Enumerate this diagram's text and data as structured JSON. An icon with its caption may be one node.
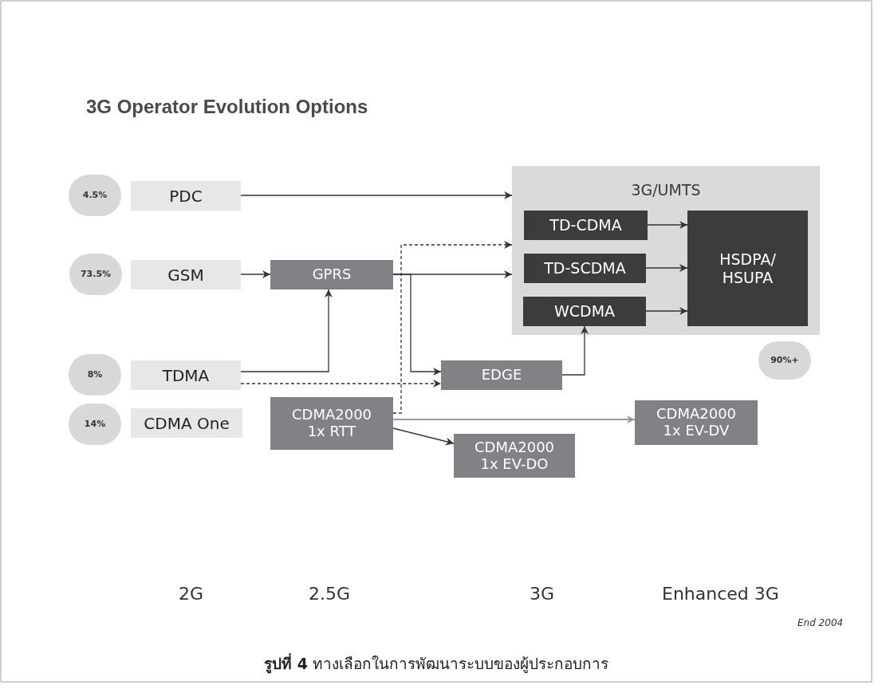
{
  "diagram": {
    "title": "3G Operator Evolution Options",
    "caption": "**รูปที่ 4** ทางเลือกในการพัฒนาระบบของผู้ประกอบการ",
    "nodes": [
      {
        "text": [
          "4.5%"
        ]
      },
      {
        "text": [
          "PDC"
        ]
      },
      {
        "text": [
          "3G/UMTS"
        ]
      },
      {
        "text": [
          "TD-CDMA"
        ],
        "in": 2
      },
      {
        "text": [
          "HSDPA/ HSUPA"
        ],
        "in": 2
      },
      {
        "text": [
          "TD-SCDMA"
        ],
        "in": 2
      },
      {
        "text": [
          "WCDMA"
        ],
        "in": 2
      },
      {
        "text": [
          "73.5%"
        ]
      },
      {
        "text": [
          "GSM"
        ]
      },
      {
        "text": [
          "GPRS"
        ]
      },
      {
        "text": [
          "8%"
        ]
      },
      {
        "text": [
          "TDMA"
        ]
      },
      {
        "text": [
          "EDGE"
        ]
      },
      {
        "text": [
          "90%+"
        ]
      },
      {
        "text": [
          "14%"
        ]
      },
      {
        "text": [
          "CDMA One"
        ]
      },
      {
        "text": [
          "CDMA2000 1x RTT"
        ]
      },
      {
        "text": [
          "CDMA2000 1x EV-DV"
        ]
      },
      {
        "text": [
          "CDMA2000 1x EV-DO"
        ]
      }
    ],
    "edges": [
      {
        "from": 1,
        "to": 2,
        "arrow": "to"
      },
      {
        "from": 8,
        "to": 9,
        "arrow": "to"
      },
      {
        "from": 11,
        "to": 9,
        "arrow": "to"
      },
      {
        "from": 11,
        "to": 12,
        "arrow": "to",
        "style": "dashed"
      },
      {
        "from": 9,
        "to": 2,
        "arrow": "to"
      },
      {
        "from": 9,
        "to": 12,
        "arrow": "to"
      },
      {
        "from": 16,
        "to": 2,
        "arrow": "to",
        "style": "dashed"
      },
      {
        "from": 12,
        "to": 6,
        "arrow": "to"
      },
      {
        "from": 16,
        "to": 17,
        "arrow": "to",
        "color": "#9a9a9c"
      },
      {
        "from": 16,
        "to": 18,
        "arrow": "to"
      },
      {
        "from": 3,
        "to": 4,
        "arrow": "to"
      },
      {
        "from": 5,
        "to": 4,
        "arrow": "to"
      },
      {
        "from": 6,
        "to": 4,
        "arrow": "to"
      }
    ],
    "labels": [
      "2G",
      "2.5G",
      "3G",
      "Enhanced 3G",
      "End 2004"
    ]
  }
}
